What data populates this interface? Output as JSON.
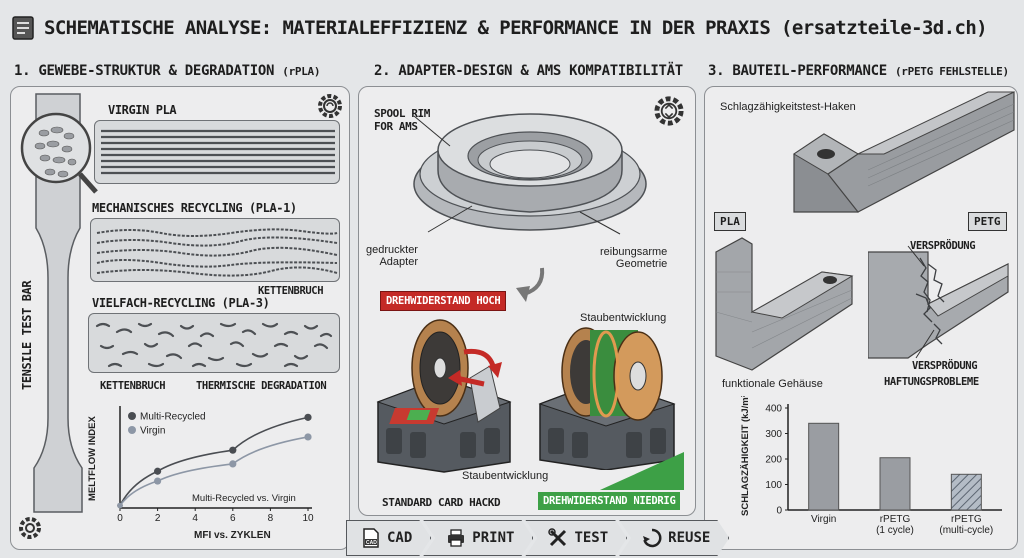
{
  "title": "SCHEMATISCHE ANALYSE: MATERIALEFFIZIENZ & PERFORMANCE IN DER PRAXIS (ersatzteile-3d.ch)",
  "section1": {
    "title": "1. GEWEBE-STRUKTUR & DEGRADATION",
    "title_suffix": "(rPLA)",
    "tensile_bar_label": "TENSILE TEST BAR",
    "virgin_label": "VIRGIN PLA",
    "mech_label": "MECHANISCHES RECYCLING (PLA-1)",
    "kettenbruch1": "KETTENBRUCH",
    "vielfach_label": "VIELFACH-RECYCLING (PLA-3)",
    "kettenbruch2": "KETTENBRUCH",
    "thermisch": "THERMISCHE DEGRADATION"
  },
  "section2": {
    "title": "2. ADAPTER-DESIGN & AMS KOMPATIBILITÄT",
    "spool_rim": "SPOOL RIM\nFOR AMS",
    "gedruckter": "gedruckter\nAdapter",
    "reibungsarme": "reibungsarme\nGeometrie",
    "tag_hoch": "DREHWIDERSTAND HOCH",
    "staub_top": "Staubentwicklung",
    "staub_bottom": "Staubentwicklung",
    "standard_card": "STANDARD CARD HACKD",
    "tag_niedrig": "DREHWIDERSTAND NIEDRIG"
  },
  "section3": {
    "title": "3. BAUTEIL-PERFORMANCE",
    "title_suffix": "(rPETG FEHLSTELLE)",
    "hook_label": "Schlagzähigkeitstest-Haken",
    "pla_tag": "PLA",
    "petg_tag": "PETG",
    "versp1": "VERSPRÖDUNG",
    "versp2": "VERSPRÖDUNG",
    "haftung": "HAFTUNGSPROBLEME",
    "gehaeuse": "funktionale Gehäuse"
  },
  "chart_data": [
    {
      "type": "line",
      "x": [
        0,
        2,
        6,
        10
      ],
      "series": [
        {
          "name": "Multi-Recycled",
          "values": [
            0.5,
            7.5,
            11.8,
            18.5
          ]
        },
        {
          "name": "Virgin",
          "values": [
            0.5,
            5.5,
            9.0,
            14.5
          ]
        }
      ],
      "xlabel": "MFI vs. ZYKLEN",
      "ylabel": "MELTFLOW INDEX",
      "annotation": "Multi-Recycled vs. Virgin",
      "xticks": [
        "0",
        "2",
        "4",
        "6",
        "8",
        "10"
      ],
      "xlim": [
        0,
        10
      ],
      "ylim": [
        0,
        20
      ],
      "legend": "top-left",
      "colors": {
        "Multi-Recycled": "#4a4d52",
        "Virgin": "#8d97a6"
      }
    },
    {
      "type": "bar",
      "categories": [
        "Virgin",
        "rPETG\n(1 cycle)",
        "rPETG\n(multi-cycle)"
      ],
      "values": [
        340,
        205,
        140
      ],
      "ylabel": "SCHLAGZÄHIGKEIT (kJ/m²)",
      "yticks": [
        "0",
        "100",
        "200",
        "300",
        "400"
      ],
      "ylim": [
        0,
        400
      ],
      "colors": {
        "bar": "#9a9da2",
        "hatched": "#8f9aa8"
      }
    }
  ],
  "footer": {
    "steps": [
      {
        "label": "CAD",
        "icon": "cad-file-icon"
      },
      {
        "label": "PRINT",
        "icon": "printer-icon"
      },
      {
        "label": "TEST",
        "icon": "tools-icon"
      },
      {
        "label": "REUSE",
        "icon": "recycle-icon"
      }
    ]
  }
}
